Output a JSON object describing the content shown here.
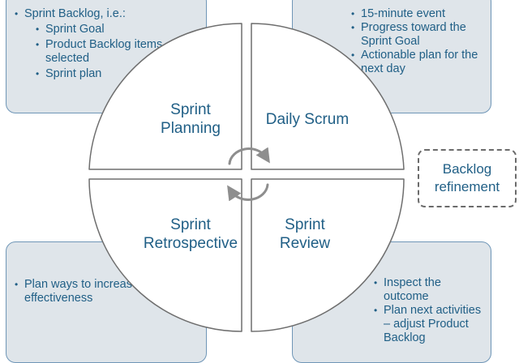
{
  "boxes": {
    "planning": {
      "item": "Sprint Backlog, i.e.:",
      "subitems": [
        "Sprint Goal",
        "Product Backlog items selected",
        "Sprint plan"
      ]
    },
    "daily": {
      "items": [
        "15-minute event",
        "Progress toward the Sprint Goal",
        "Actionable plan for the next day"
      ]
    },
    "retro": {
      "items": [
        "Plan ways to increase quality and effectiveness"
      ]
    },
    "review": {
      "items": [
        "Inspect the outcome",
        "Plan next activities – adjust Product Backlog"
      ]
    }
  },
  "quadrants": {
    "planning": "Sprint\nPlanning",
    "daily": "Daily Scrum",
    "retro": "Sprint\nRetrospective",
    "review": "Sprint\nReview"
  },
  "refinement": "Backlog\nrefinement",
  "colors": {
    "text": "#205f86",
    "box_fill": "#dfe5ea",
    "box_border": "#6f96b7",
    "circle_border": "#6e6e6e",
    "arrow": "#8e8e8e"
  },
  "icons": {
    "cycle": "cycle-arrows-icon"
  }
}
